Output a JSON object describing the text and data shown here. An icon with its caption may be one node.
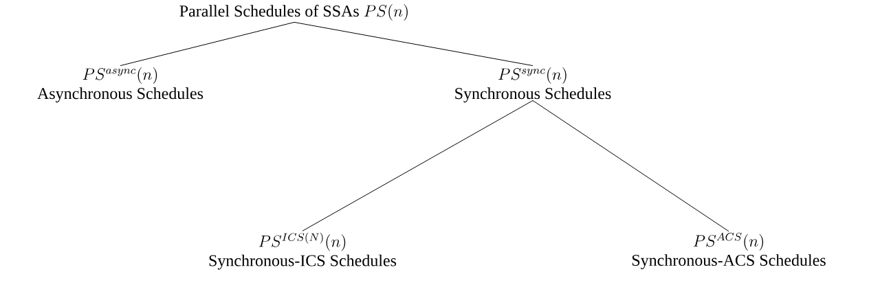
{
  "diagram": {
    "nodes": [
      {
        "text": [
          "Parallel Schedules of SSAs",
          "PS(n)"
        ]
      },
      {
        "text": [
          "PS^{async}(n)",
          "Asynchronous Schedules"
        ]
      },
      {
        "text": [
          "PS^{sync}(n)",
          "Synchronous Schedules"
        ]
      },
      {
        "text": [
          "PS^{ICS(N)}(n)",
          "Synchronous-ICS Schedules"
        ]
      },
      {
        "text": [
          "PS^{ACS}(n)",
          "Synchronous-ACS Schedules"
        ]
      }
    ],
    "edges": [
      {
        "from": 0,
        "to": 1,
        "arrow": "none"
      },
      {
        "from": 0,
        "to": 2,
        "arrow": "none"
      },
      {
        "from": 2,
        "to": 3,
        "arrow": "none"
      },
      {
        "from": 2,
        "to": 4,
        "arrow": "none"
      }
    ]
  }
}
